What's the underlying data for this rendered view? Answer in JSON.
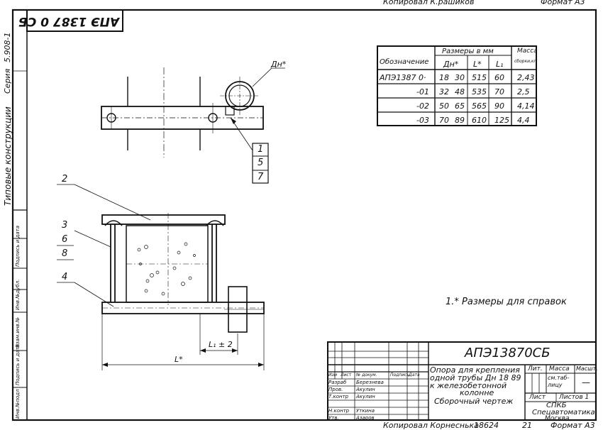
{
  "top_note_left": "Копировал К.рашиков",
  "top_note_right": "Формат А3",
  "bottom_note_left": "Копировал Корнеснька",
  "bottom_note_mid": "18624",
  "bottom_note_num": "21",
  "bottom_note_right": "Формат А3",
  "stamp_code": "АПЭ 1387 0 СБ",
  "side": {
    "series_label": "Серия",
    "series_value": "5.908-1",
    "typical": "Типовые конструкции",
    "cols": [
      "Инв.№подл",
      "Подпись и дата",
      "Взам.инв.№",
      "Инв.№дубл.",
      "Подпись и дата"
    ]
  },
  "drawing": {
    "dn_label": "Дн*",
    "pos_top": [
      "1",
      "5",
      "7"
    ],
    "pos_left": [
      "2",
      "3",
      "6",
      "8",
      "4"
    ],
    "dim_l1": "L₁ ± 2",
    "dim_l": "L*"
  },
  "note": "1.* Размеры для справок",
  "table": {
    "h_designation": "Обозначение",
    "h_sizes": "Размеры в мм",
    "h_mass": "Масса",
    "h_mass2": "сборки,кг",
    "h_dn": "Дн*",
    "h_l": "L*",
    "h_l1": "L₁",
    "rows": [
      {
        "des": "АПЭ1387 0·",
        "dn1": "18",
        "dn2": "30",
        "l": "515",
        "l1": "60",
        "mass": "2,43"
      },
      {
        "des": "-01",
        "dn1": "32",
        "dn2": "48",
        "l": "535",
        "l1": "70",
        "mass": "2,5"
      },
      {
        "des": "-02",
        "dn1": "50",
        "dn2": "65",
        "l": "565",
        "l1": "90",
        "mass": "4,14"
      },
      {
        "des": "-03",
        "dn1": "70",
        "dn2": "89",
        "l": "610",
        "l1": "125",
        "mass": "4,4"
      }
    ]
  },
  "title_block": {
    "code": "АПЭ13870СБ",
    "title_lines": [
      "Опора для крепления",
      "одной трубы Дн 18  89",
      "к железобетонной",
      "колонне",
      "Сборочный чертеж"
    ],
    "h_lit": "Лит.",
    "h_mass": "Масса",
    "h_scale": "Масшт.",
    "mass_value": "см.таб-лицу",
    "scale_value": "—",
    "sheet": "Лист",
    "sheets": "Листов 1",
    "org1": "СПКБ",
    "org2": "Спецавтоматика",
    "org3": "Москва",
    "cols": [
      "Изм",
      "Лист",
      "№ докум.",
      "Подпись",
      "Дата"
    ],
    "people": [
      {
        "role": "Разраб",
        "name": "Березнева"
      },
      {
        "role": "Пров.",
        "name": "Акулин"
      },
      {
        "role": "Т.контр",
        "name": "Акулин"
      },
      {
        "role": "Н.контр",
        "name": "Уткина"
      },
      {
        "role": "Утв.",
        "name": "Азаров"
      }
    ]
  }
}
